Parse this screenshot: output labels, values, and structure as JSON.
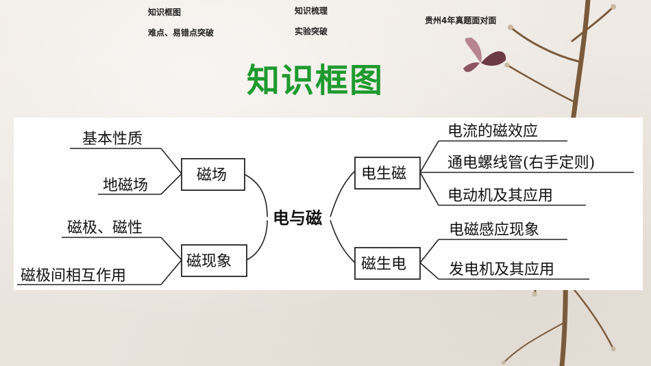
{
  "nav": {
    "link1": "知识框图",
    "link2": "难点、易错点突破",
    "link3": "知识梳理",
    "link4": "实验突破",
    "link5": "贵州4年真题面对面"
  },
  "title": "知识框图",
  "diagram": {
    "center": "电与磁",
    "left": {
      "box1": "磁场",
      "box1_items": [
        "基本性质",
        "地磁场"
      ],
      "box2": "磁现象",
      "box2_items": [
        "磁极、磁性",
        "磁极间相互作用"
      ]
    },
    "right": {
      "box1": "电生磁",
      "box1_items": [
        "电流的磁效应",
        "通电螺线管(右手定则)",
        "电动机及其应用"
      ],
      "box2": "磁生电",
      "box2_items": [
        "电磁感应现象",
        "发电机及其应用"
      ]
    }
  },
  "colors": {
    "title": "#1e9a2e",
    "background": "#ece7e1"
  },
  "decoration": {
    "left_image": "none",
    "right_image": "branch-with-butterfly"
  }
}
